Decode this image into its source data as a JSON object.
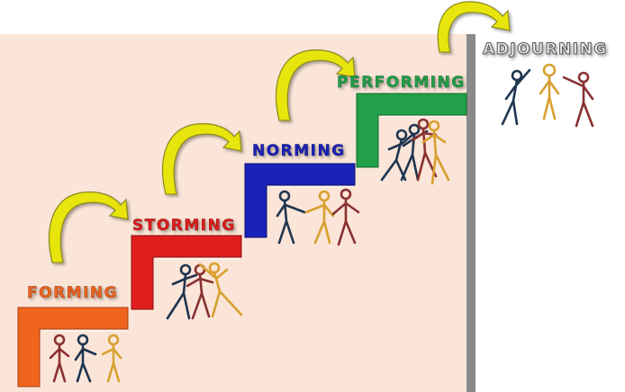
{
  "stages": [
    {
      "label": "FORMING",
      "color": "#f0641e"
    },
    {
      "label": "STORMING",
      "color": "#e01e1e"
    },
    {
      "label": "NORMING",
      "color": "#1a22b8"
    },
    {
      "label": "PERFORMING",
      "color": "#22a04a"
    },
    {
      "label": "ADJOURNING",
      "color": "#e8e8e8"
    }
  ],
  "colors": {
    "background_panel": "#fbe5d8",
    "wall": "#8a8a8a",
    "arrow": "#e8e40a",
    "arrow_outline": "#8a8a20",
    "figure_navy": "#1f3550",
    "figure_maroon": "#8a3030",
    "figure_gold": "#d8a030"
  }
}
